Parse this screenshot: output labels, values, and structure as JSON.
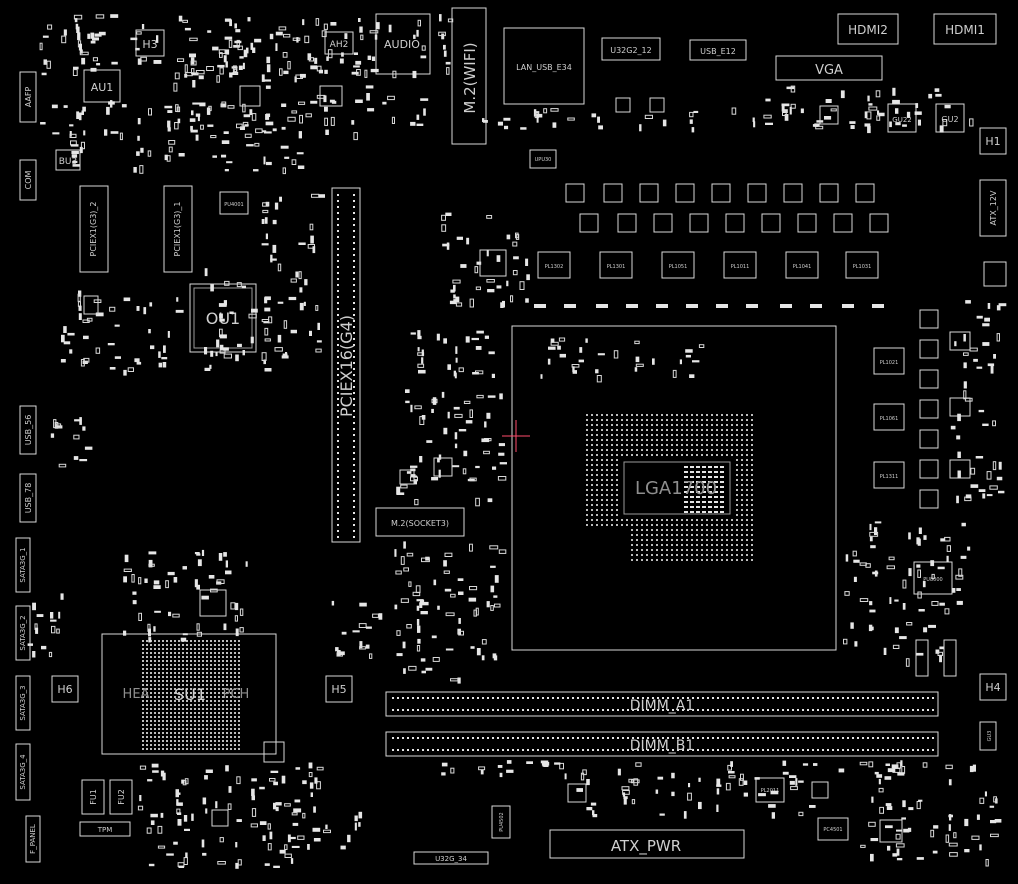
{
  "labels": {
    "h3": "H3",
    "au1": "AU1",
    "audio": "AUDIO",
    "ah2": "AH2",
    "m2_wifi": "M.2(WIFI)",
    "lan_usb": "LAN_USB_E34",
    "usb32_12": "U32G2_12",
    "usb_e12": "USB_E12",
    "hdmi2": "HDMI2",
    "hdmi1": "HDMI1",
    "vga": "VGA",
    "gu22": "GU22",
    "gu2": "GU2",
    "h1": "H1",
    "atx_12v": "ATX_12V",
    "aafp": "AAFP",
    "bu3": "BU3",
    "com": "COM",
    "pciex1_g3_2": "PCIEX1(G3)_2",
    "pciex1_g3_1": "PCIEX1(G3)_1",
    "pu4001": "PU4001",
    "ou1": "OU1",
    "pciex16": "PCIEX16(G4)",
    "upu30": "UPU30",
    "pl1302": "PL1302",
    "pl1301": "PL1301",
    "pl1051": "PL1051",
    "pl1011": "PL1011",
    "pl1041": "PL1041",
    "pl1031": "PL1031",
    "pl1021": "PL1021",
    "pl1061": "PL1061",
    "pl1311": "PL1311",
    "lga": "LGA1700",
    "usb_56": "USB_56",
    "usb_78": "USB_78",
    "m2_socket3": "M.2(SOCKET3)",
    "pu8000": "PU8000",
    "sata3_1": "SATA3G_1",
    "sata3_2": "SATA3G_2",
    "sata3_3": "SATA3G_3",
    "sata3_4": "SATA3G_4",
    "h6": "H6",
    "su1": "SU1",
    "heatsink_left": "HEA",
    "heatsink_right": "PCH",
    "h5": "H5",
    "dimm_a1": "DIMM_A1",
    "dimm_b1": "DIMM_B1",
    "h4": "H4",
    "fu1": "FU1",
    "fu2": "FU2",
    "tpm": "TPM",
    "f_panel": "F_PANEL",
    "atx_pwr": "ATX_PWR",
    "u32g_34": "U32G_34",
    "pu4502": "PU4502",
    "pc4501": "PC4501",
    "pl2011": "PL2011",
    "gu3": "GU3"
  },
  "colors": {
    "background": "#000000",
    "silkscreen": "#d9d9d9",
    "cursor": "#ff4d6d"
  }
}
